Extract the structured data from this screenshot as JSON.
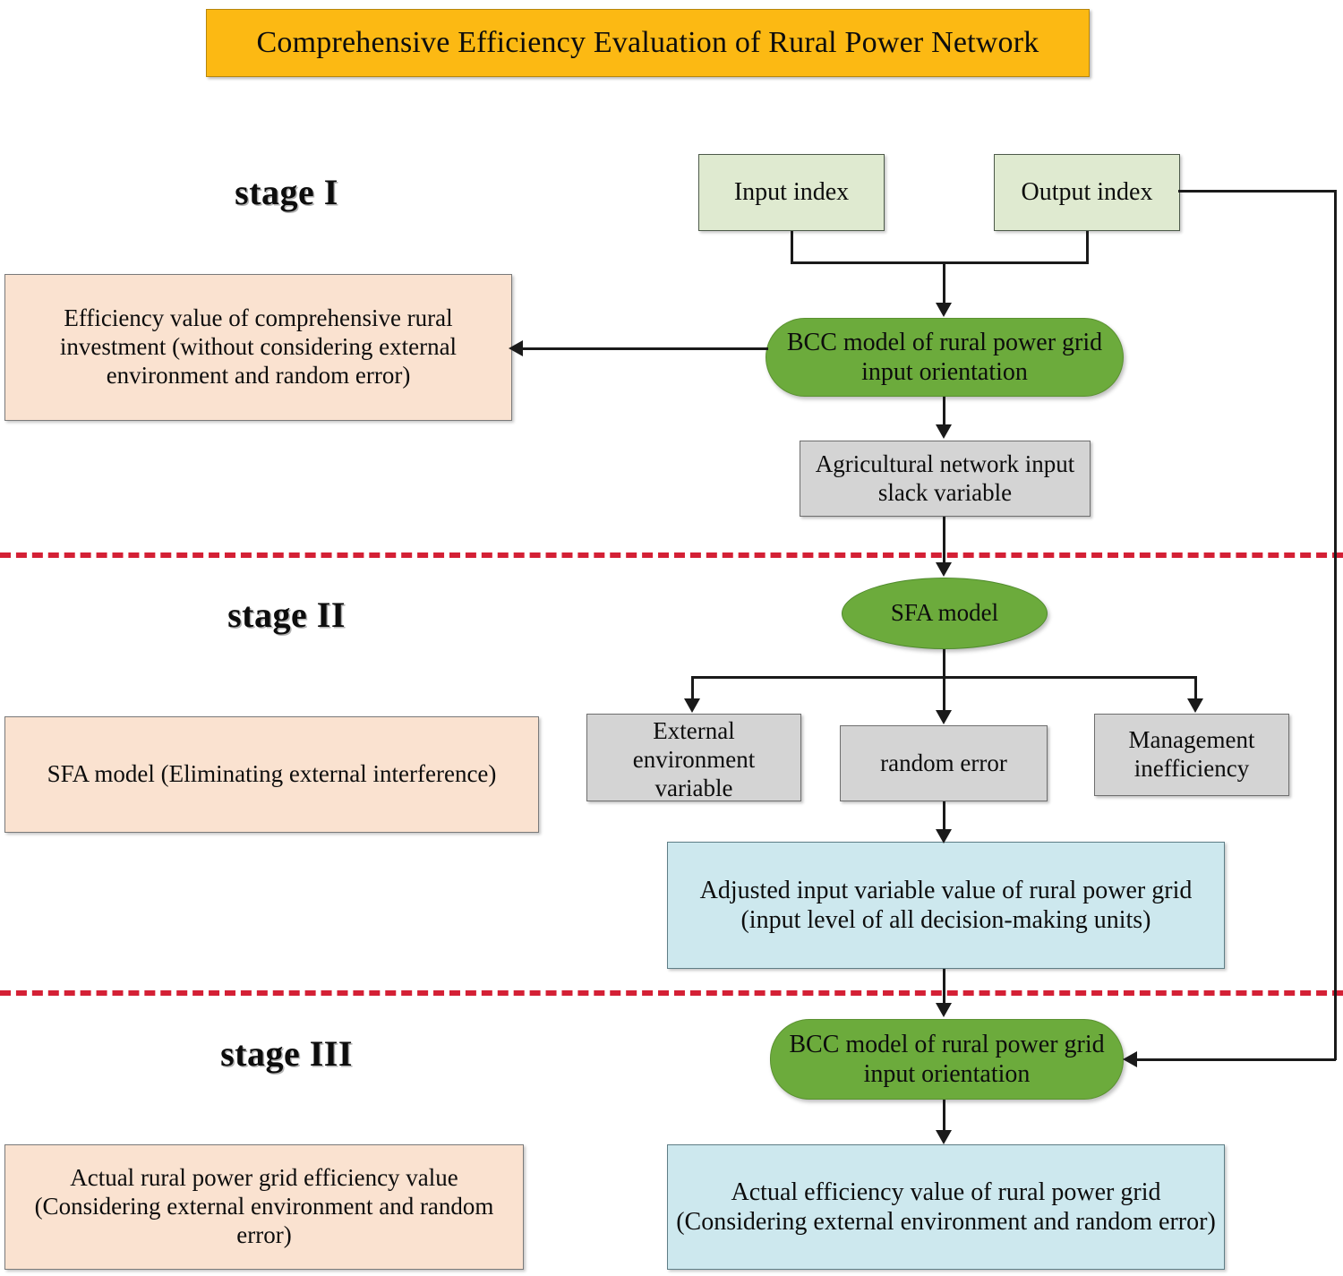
{
  "title": {
    "text": "Comprehensive Efficiency Evaluation of Rural Power Network",
    "color": "#fcb913"
  },
  "stages": [
    {
      "label": "stage I"
    },
    {
      "label": "stage II"
    },
    {
      "label": "stage III"
    }
  ],
  "nodes": {
    "input_index": "Input index",
    "output_index": "Output index",
    "bcc_stage1": "BCC model of rural power grid input orientation",
    "efficiency_comprehensive": "Efficiency value of comprehensive rural investment (without considering external environment and random error)",
    "slack_variable": "Agricultural network input slack variable",
    "sfa_ellipse": "SFA model",
    "sfa_left_box": "SFA model (Eliminating external interference)",
    "external_environment_variable": "External environment variable",
    "random_error": "random error",
    "management_inefficiency": "Management inefficiency",
    "adjusted_input": "Adjusted input variable value of rural power grid (input level of all decision-making units)",
    "bcc_stage3": "BCC model of rural power grid input orientation",
    "actual_efficiency_left": "Actual rural power grid efficiency value (Considering external environment and random error)",
    "actual_efficiency_right": "Actual efficiency value of rural power grid (Considering external environment and random error)"
  },
  "colors": {
    "title_banner": "#fcb913",
    "green_light_box": "#dfead0",
    "green_fill": "#6cab3c",
    "gray_box": "#d4d4d4",
    "peach_box": "#fae2d0",
    "blue_box": "#cde8ee",
    "divider_red": "#d42035",
    "connector_black": "#1a1a1a"
  },
  "dividers": [
    {
      "name": "stage-i-ii-divider"
    },
    {
      "name": "stage-ii-iii-divider"
    }
  ]
}
